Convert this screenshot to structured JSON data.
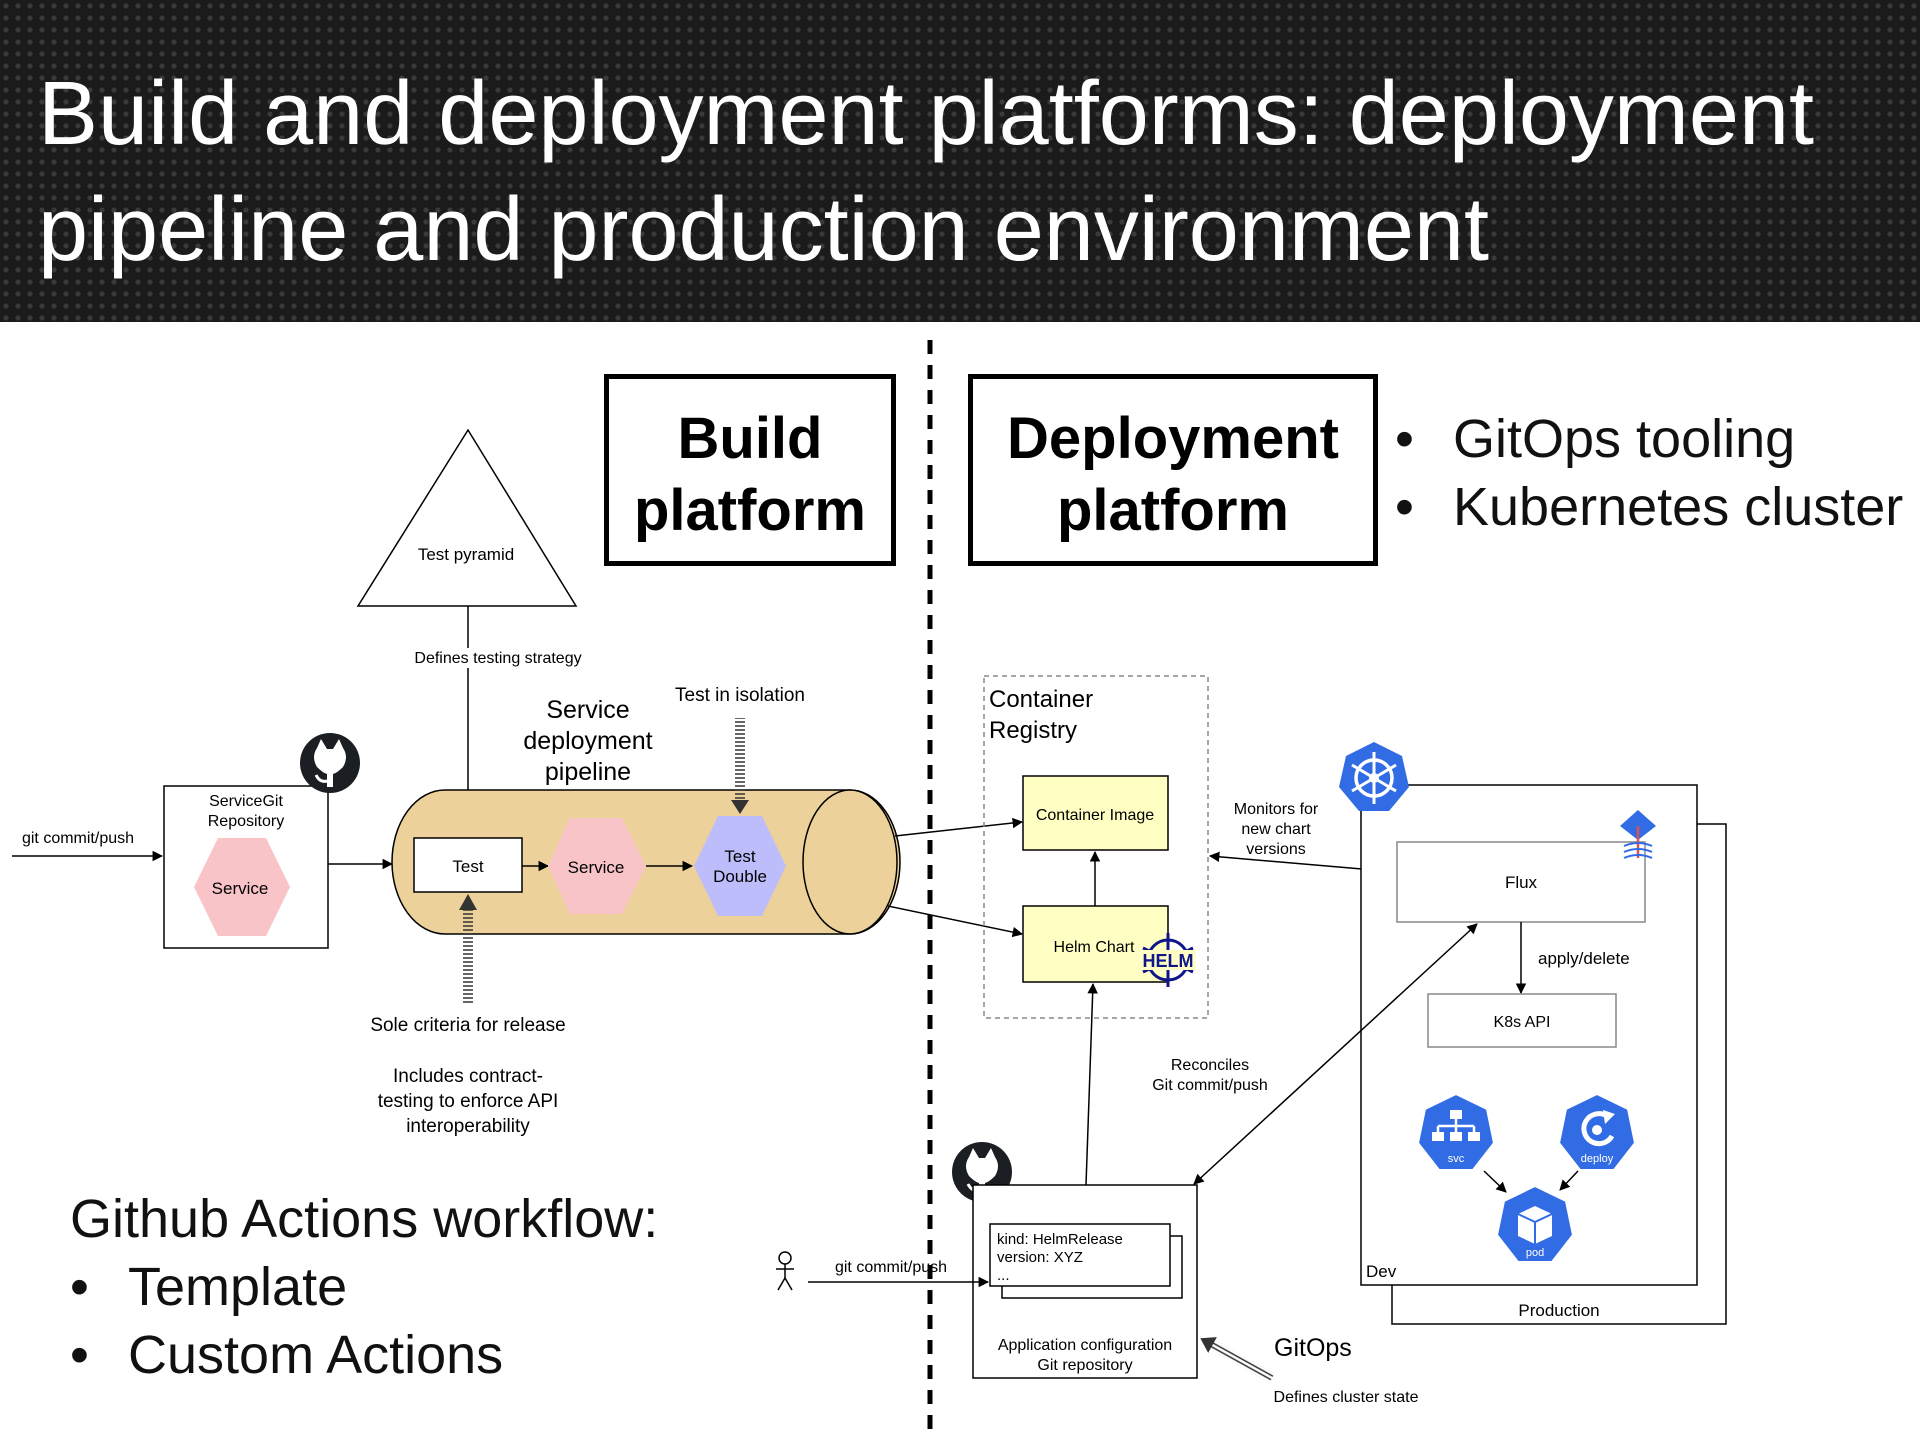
{
  "slide": {
    "title": "Build and deployment platforms: deployment pipeline and production environment"
  },
  "platforms": {
    "build": "Build platform",
    "deployment": "Deployment platform"
  },
  "deployment_bullets": [
    "GitOps tooling",
    "Kubernetes cluster"
  ],
  "workflow": {
    "title": "Github Actions workflow:",
    "items": [
      "Template",
      "Custom Actions"
    ]
  },
  "build_side": {
    "test_pyramid": "Test pyramid",
    "defines_testing_strategy": "Defines testing strategy",
    "git_commit_push": "git commit/push",
    "service_repo": [
      "ServiceGit",
      "Repository"
    ],
    "service": "Service",
    "pipeline_label": [
      "Service",
      "deployment",
      "pipeline"
    ],
    "test_in_isolation": "Test in isolation",
    "test": "Test",
    "pipeline_service": "Service",
    "test_double": [
      "Test",
      "Double"
    ],
    "sole_criteria": "Sole criteria for release",
    "contract_testing": [
      "Includes contract-",
      "testing to enforce API",
      "interoperability"
    ]
  },
  "deploy_side": {
    "container_registry": [
      "Container",
      "Registry"
    ],
    "container_image": "Container Image",
    "helm_chart": "Helm Chart",
    "helm_logo": "HELM",
    "monitors": [
      "Monitors for",
      "new chart",
      "versions"
    ],
    "flux": "Flux",
    "apply_delete": "apply/delete",
    "k8s_api": "K8s API",
    "reconciles": [
      "Reconciles",
      "Git commit/push"
    ],
    "svc": "svc",
    "deploy": "deploy",
    "pod": "pod",
    "dev": "Dev",
    "production": "Production",
    "git_commit_push": "git commit/push",
    "helm_release_lines": [
      "kind: HelmRelease",
      "version: XYZ",
      "..."
    ],
    "app_config_repo": [
      "Application configuration",
      "Git repository"
    ],
    "gitops": "GitOps",
    "defines_cluster_state": "Defines cluster state"
  },
  "colors": {
    "pipeline_tan": "#ecd29a",
    "service_pink": "#f8c4c8",
    "test_double_lavender": "#bdbdfb",
    "registry_yellow": "#ffffc4",
    "k8s_blue": "#326ce5",
    "helm_navy": "#0f1689"
  },
  "icons": [
    "github-icon",
    "kubernetes-icon",
    "flux-icon",
    "helm-icon",
    "svc-icon",
    "deploy-icon",
    "pod-icon",
    "person-icon"
  ]
}
